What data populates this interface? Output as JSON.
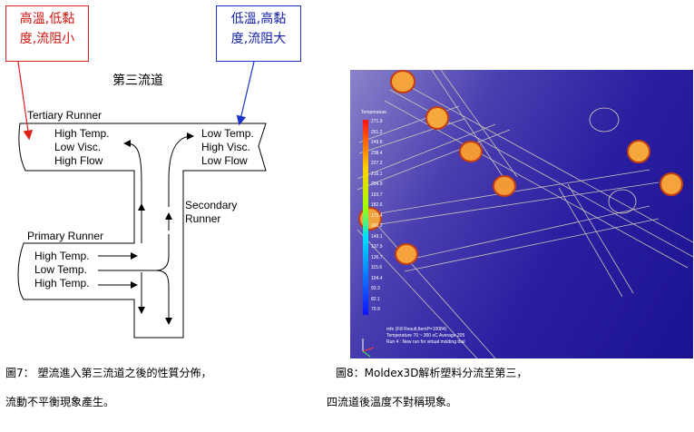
{
  "left_figure": {
    "callout_red": {
      "line1": "高溫,低黏",
      "line2": "度,流阻小"
    },
    "callout_blue": {
      "line1": "低溫,高黏",
      "line2": "度,流阻大"
    },
    "title": "第三流道",
    "tertiary_runner": "Tertiary Runner",
    "left_props": [
      "High Temp.",
      "Low Visc.",
      "High Flow"
    ],
    "right_props": [
      "Low Temp.",
      "High Visc.",
      "Low Flow"
    ],
    "secondary_runner": [
      "Secondary",
      "Runner"
    ],
    "primary_runner": "Primary Runner",
    "primary_props": [
      "High Temp.",
      "Low Temp.",
      "High Temp."
    ]
  },
  "right_figure": {
    "legend_title": "Temperature",
    "legend_values": [
      "271.9",
      "261.2",
      "249.6",
      "238.4",
      "227.2",
      "216.1",
      "204.9",
      "193.7",
      "182.6",
      "171.4",
      "160.2",
      "149.1",
      "137.9",
      "126.7",
      "115.6",
      "104.4",
      "93.3",
      "82.1",
      "70.9"
    ],
    "footer_lines": [
      "mfe (Fill Result,ItemP=10084)",
      "Temperature 70 ~ 300 oC  Average 205",
      "Run 4 : New run for virtual molding trial"
    ]
  },
  "captions": {
    "fig7_line1": "圖7： 塑流進入第三流道之後的性質分佈，",
    "fig7_line2": "流動不平衡現象產生。",
    "fig8_line1": "圖8：Moldex3D解析塑料分流至第三，",
    "fig8_line2": "四流道後溫度不對稱現象。"
  },
  "colors": {
    "callout_red": "#d0140e",
    "callout_blue": "#1521a8",
    "sim_bg": "#2a1fa0"
  }
}
